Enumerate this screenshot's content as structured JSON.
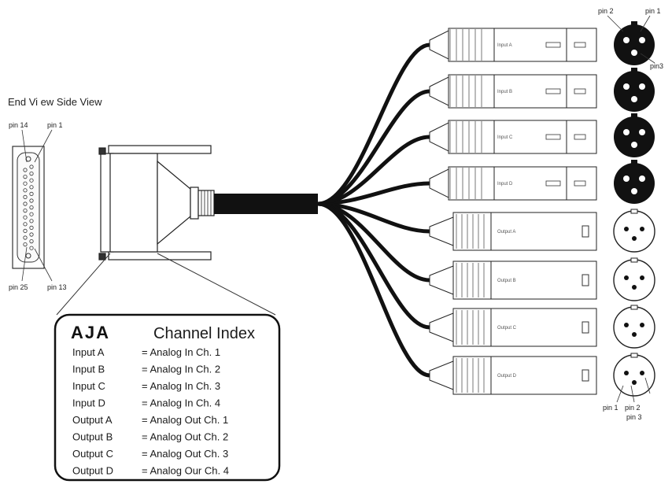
{
  "labels": {
    "views_title": "End Vi ew Side View",
    "pin_14": "pin 14",
    "pin_1": "pin 1",
    "pin_25": "pin 25",
    "pin_13": "pin 13"
  },
  "xlr_pins": {
    "top_left": "pin 2",
    "top_right": "pin 1",
    "top_bottom": "pin3",
    "bottom_pin1": "pin 1",
    "bottom_pin2": "pin 2",
    "bottom_pin3": "pin 3"
  },
  "connectors": [
    {
      "label": "Input A",
      "kind": "female"
    },
    {
      "label": "Input B",
      "kind": "female"
    },
    {
      "label": "Input C",
      "kind": "female"
    },
    {
      "label": "Input D",
      "kind": "female"
    },
    {
      "label": "Output A",
      "kind": "male"
    },
    {
      "label": "Output B",
      "kind": "male"
    },
    {
      "label": "Output C",
      "kind": "male"
    },
    {
      "label": "Output D",
      "kind": "male"
    }
  ],
  "channel_index": {
    "logo": "AJA",
    "title": "Channel Index",
    "rows": [
      {
        "name": "Input A",
        "desc": "= Analog In Ch. 1"
      },
      {
        "name": "Input B",
        "desc": "= Analog In Ch. 2"
      },
      {
        "name": "Input C",
        "desc": "= Analog In Ch. 3"
      },
      {
        "name": "Input D",
        "desc": "= Analog In Ch. 4"
      },
      {
        "name": "Output A",
        "desc": "= Analog Out Ch. 1"
      },
      {
        "name": "Output B",
        "desc": "= Analog Out Ch. 2"
      },
      {
        "name": "Output C",
        "desc": "= Analog Out Ch. 3"
      },
      {
        "name": "Output D",
        "desc": "= Analog Our Ch. 4"
      }
    ]
  }
}
